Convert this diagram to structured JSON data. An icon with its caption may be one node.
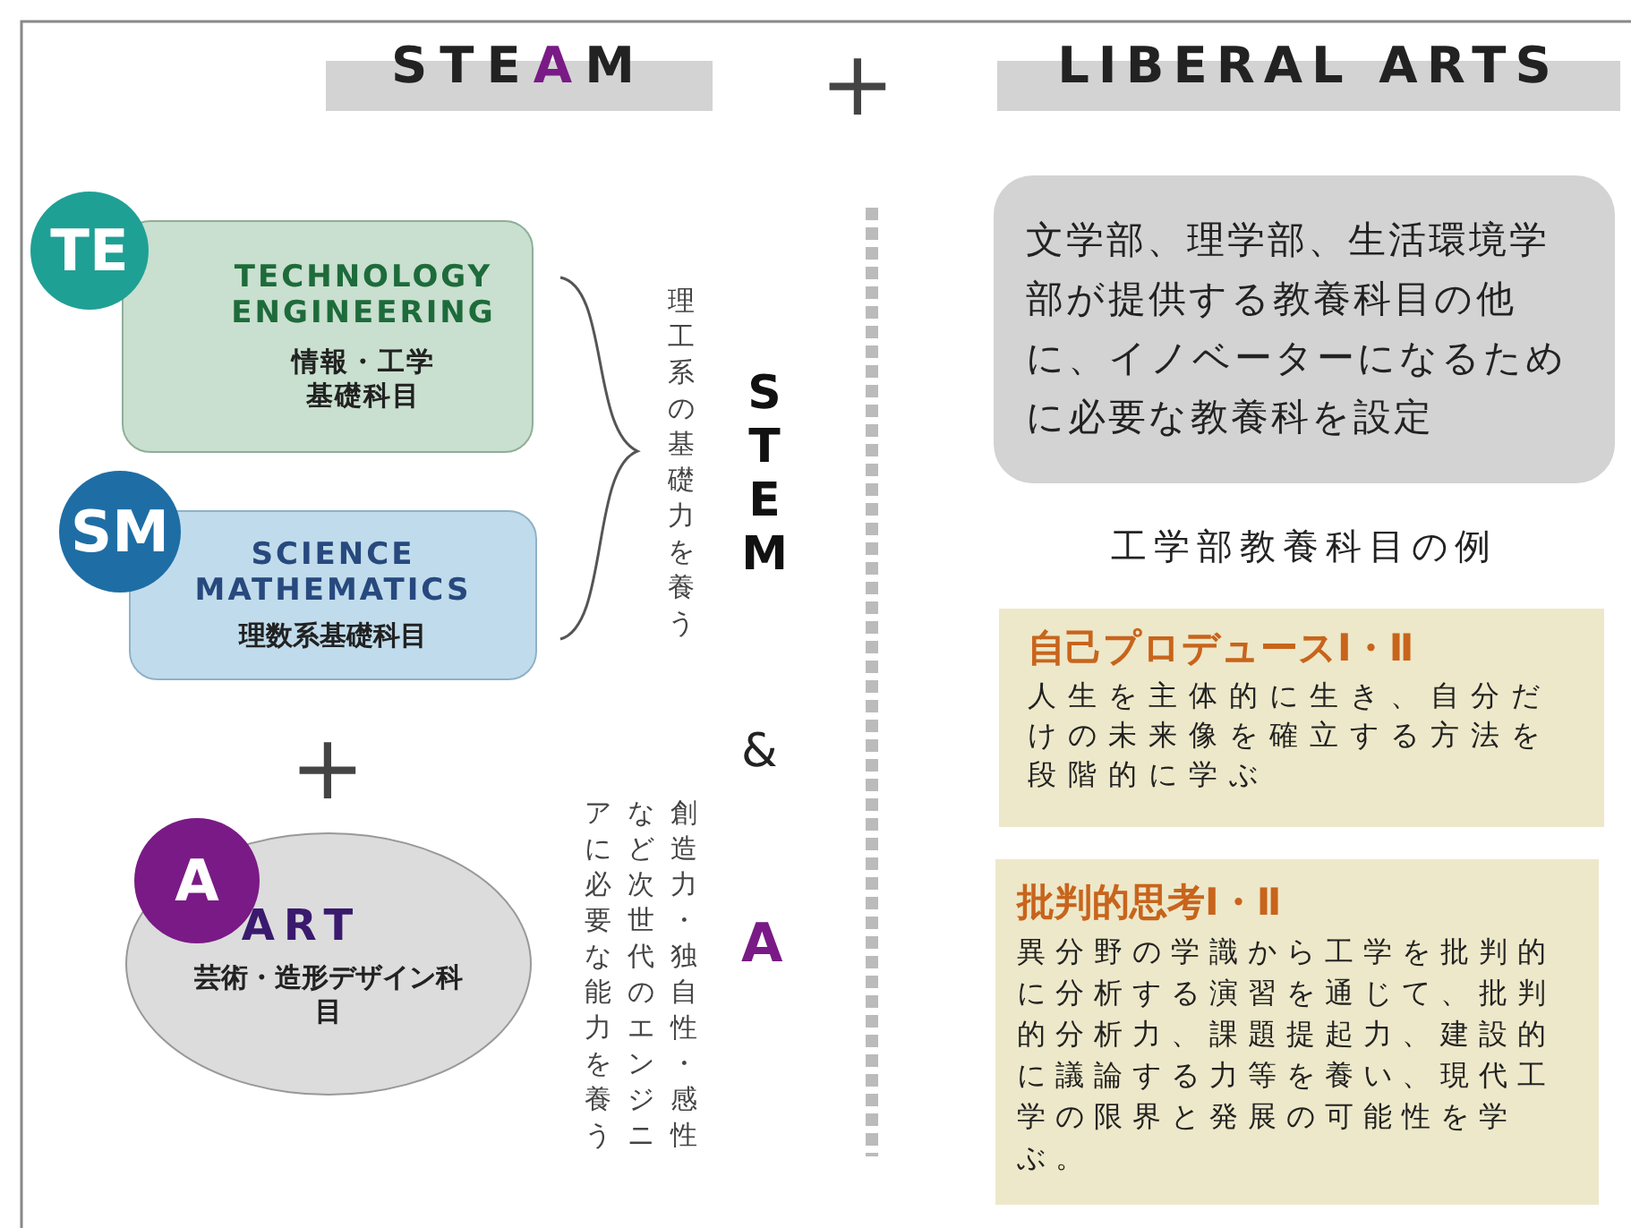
{
  "diagram": {
    "nodes": [
      {
        "text": [
          "TE"
        ]
      },
      {
        "text": [
          "TECHNOLOGY ENGINEERING",
          "情報・工学基礎科目"
        ]
      },
      {
        "text": [
          "SM"
        ]
      },
      {
        "text": [
          "SCIENCE MATHEMATICS",
          "理数系基礎科目"
        ]
      },
      {
        "text": [
          "A"
        ]
      },
      {
        "text": [
          "ART",
          "芸術・造形デザイン科目"
        ]
      },
      {
        "text": [
          "文学部、理学部、生活環境学部が提供する教養科目の他に、イノベーターになるために必要な教養科を設定"
        ]
      },
      {
        "text": [
          "自己プロデュースⅠ・Ⅱ",
          "人生を主体的に生き、自分だけの未来像を確立する方法を段階的に学ぶ"
        ]
      },
      {
        "text": [
          "批判的思考Ⅰ・Ⅱ",
          "異分野の学識から工学を批判的に分析する演習を通じて、批判的分析力、課題提起力、建設的に議論する力等を養い、現代工学の限界と発展の可能性を学ぶ。"
        ]
      }
    ],
    "labels": [
      "STEAM",
      "+",
      "LIBERAL ARTS",
      "理工系の基礎力を養う",
      "STEM",
      "&",
      "A",
      "+",
      "創造力・独自性・感性など次世代のエンジニアに必要な能力を養う",
      "工学部教養科目の例"
    ]
  }
}
